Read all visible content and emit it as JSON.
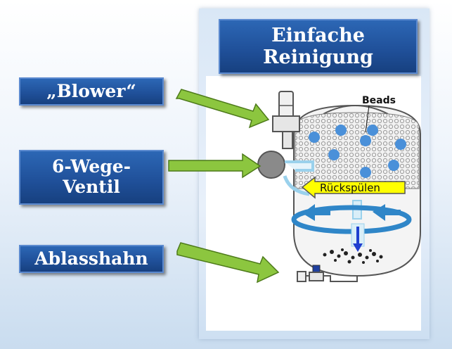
{
  "title": {
    "line1": "Einfache",
    "line2": "Reinigung"
  },
  "labels": {
    "blower": "„Blower“",
    "ventil_line1": "6-Wege-",
    "ventil_line2": "Ventil",
    "ablass": "Ablasshahn"
  },
  "diagram": {
    "beads_label": "Beads",
    "backwash_label": "Rückspülen"
  },
  "colors": {
    "box_blue": "#1f4f98",
    "arrow_green": "#8cc63f",
    "bead_blue": "#4a90d9",
    "flow_blue": "#2f86c8",
    "backwash_yellow": "#ffff00"
  }
}
